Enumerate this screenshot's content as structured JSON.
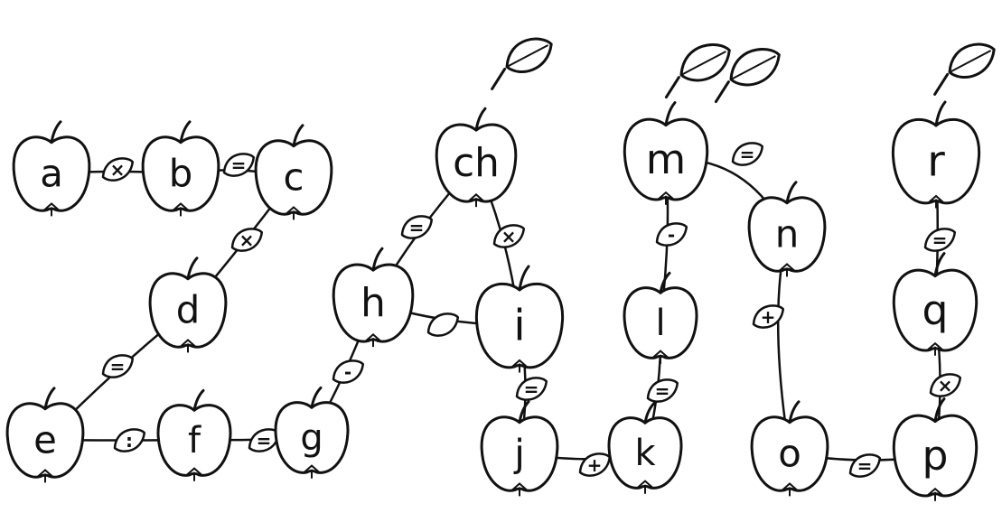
{
  "diagram": {
    "nodes": [
      {
        "id": "a",
        "label": "a"
      },
      {
        "id": "b",
        "label": "b"
      },
      {
        "id": "c",
        "label": "c"
      },
      {
        "id": "d",
        "label": "d"
      },
      {
        "id": "e",
        "label": "e"
      },
      {
        "id": "f",
        "label": "f"
      },
      {
        "id": "g",
        "label": "g"
      },
      {
        "id": "h",
        "label": "h"
      },
      {
        "id": "ch",
        "label": "ch"
      },
      {
        "id": "i",
        "label": "i"
      },
      {
        "id": "j",
        "label": "j"
      },
      {
        "id": "k",
        "label": "k"
      },
      {
        "id": "l",
        "label": "l"
      },
      {
        "id": "m",
        "label": "m"
      },
      {
        "id": "n",
        "label": "n"
      },
      {
        "id": "o",
        "label": "o"
      },
      {
        "id": "p",
        "label": "p"
      },
      {
        "id": "q",
        "label": "q"
      },
      {
        "id": "r",
        "label": "r"
      }
    ],
    "edges": [
      {
        "from": "a",
        "to": "b",
        "op": "×"
      },
      {
        "from": "b",
        "to": "c",
        "op": "="
      },
      {
        "from": "c",
        "to": "d",
        "op": "×"
      },
      {
        "from": "d",
        "to": "e",
        "op": "="
      },
      {
        "from": "e",
        "to": "f",
        "op": ":"
      },
      {
        "from": "f",
        "to": "g",
        "op": "="
      },
      {
        "from": "g",
        "to": "h",
        "op": "-"
      },
      {
        "from": "h",
        "to": "ch",
        "op": "="
      },
      {
        "from": "ch",
        "to": "i",
        "op": "×"
      },
      {
        "from": "h",
        "to": "i",
        "op": ""
      },
      {
        "from": "i",
        "to": "j",
        "op": "="
      },
      {
        "from": "j",
        "to": "k",
        "op": "+"
      },
      {
        "from": "k",
        "to": "l",
        "op": "="
      },
      {
        "from": "l",
        "to": "m",
        "op": "-"
      },
      {
        "from": "m",
        "to": "n",
        "op": "="
      },
      {
        "from": "n",
        "to": "o",
        "op": "+"
      },
      {
        "from": "o",
        "to": "p",
        "op": "="
      },
      {
        "from": "p",
        "to": "q",
        "op": "×"
      },
      {
        "from": "q",
        "to": "r",
        "op": "="
      }
    ]
  }
}
